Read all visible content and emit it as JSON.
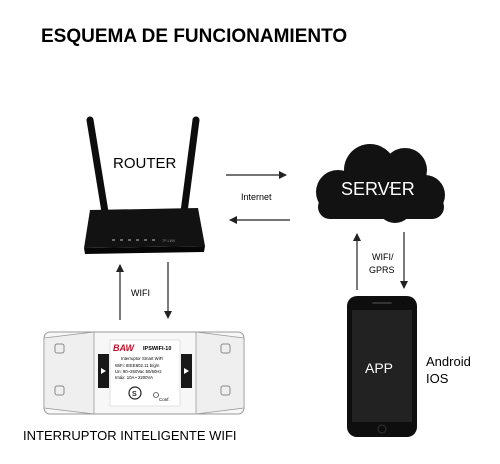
{
  "title": "ESQUEMA DE FUNCIONAMIENTO",
  "router": {
    "label": "ROUTER",
    "brand": "TP-LINK"
  },
  "server": {
    "label": "SERVER"
  },
  "links": {
    "router_server": "Internet",
    "router_switch": "WIFI",
    "server_phone_line1": "WIFI/",
    "server_phone_line2": "GPRS"
  },
  "phone": {
    "app_label": "APP",
    "os_line1": "Android",
    "os_line2": "IOS"
  },
  "switch": {
    "caption": "INTERRUPTOR INTELIGENTE WIFI",
    "brand": "BAW",
    "model": "IPSWIFI-10",
    "line1": "Interruptor Smart WiFi",
    "line2": "WiFi: IEEE802.11 b/g/n",
    "line3": "Un: 90~250Vac 50/60Hz",
    "line4": "Imáx: 10A • 2200VA",
    "conf": "Conf."
  }
}
